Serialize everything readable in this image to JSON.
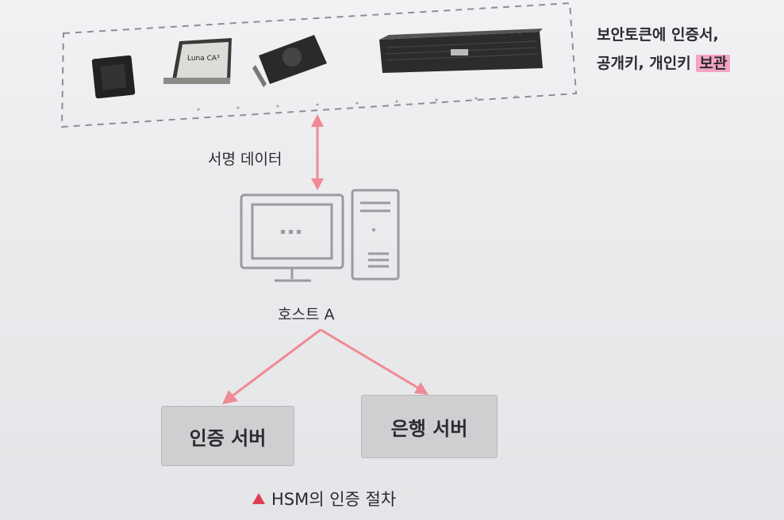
{
  "caption": {
    "line1": "보안토큰에 인증서,",
    "line2_prefix": "공개키, 개인키",
    "line2_highlight": "보관"
  },
  "arrow_label": "서명 데이터",
  "host_label": "호스트 A",
  "servers": {
    "auth": "인증 서버",
    "bank": "은행 서버"
  },
  "figure_title": "HSM의 인증 절차",
  "devices": {
    "card_text": "Luna CA³"
  },
  "colors": {
    "arrow": "#ef8a94",
    "highlight": "#f5a3c4",
    "title_marker": "#e23c54"
  }
}
